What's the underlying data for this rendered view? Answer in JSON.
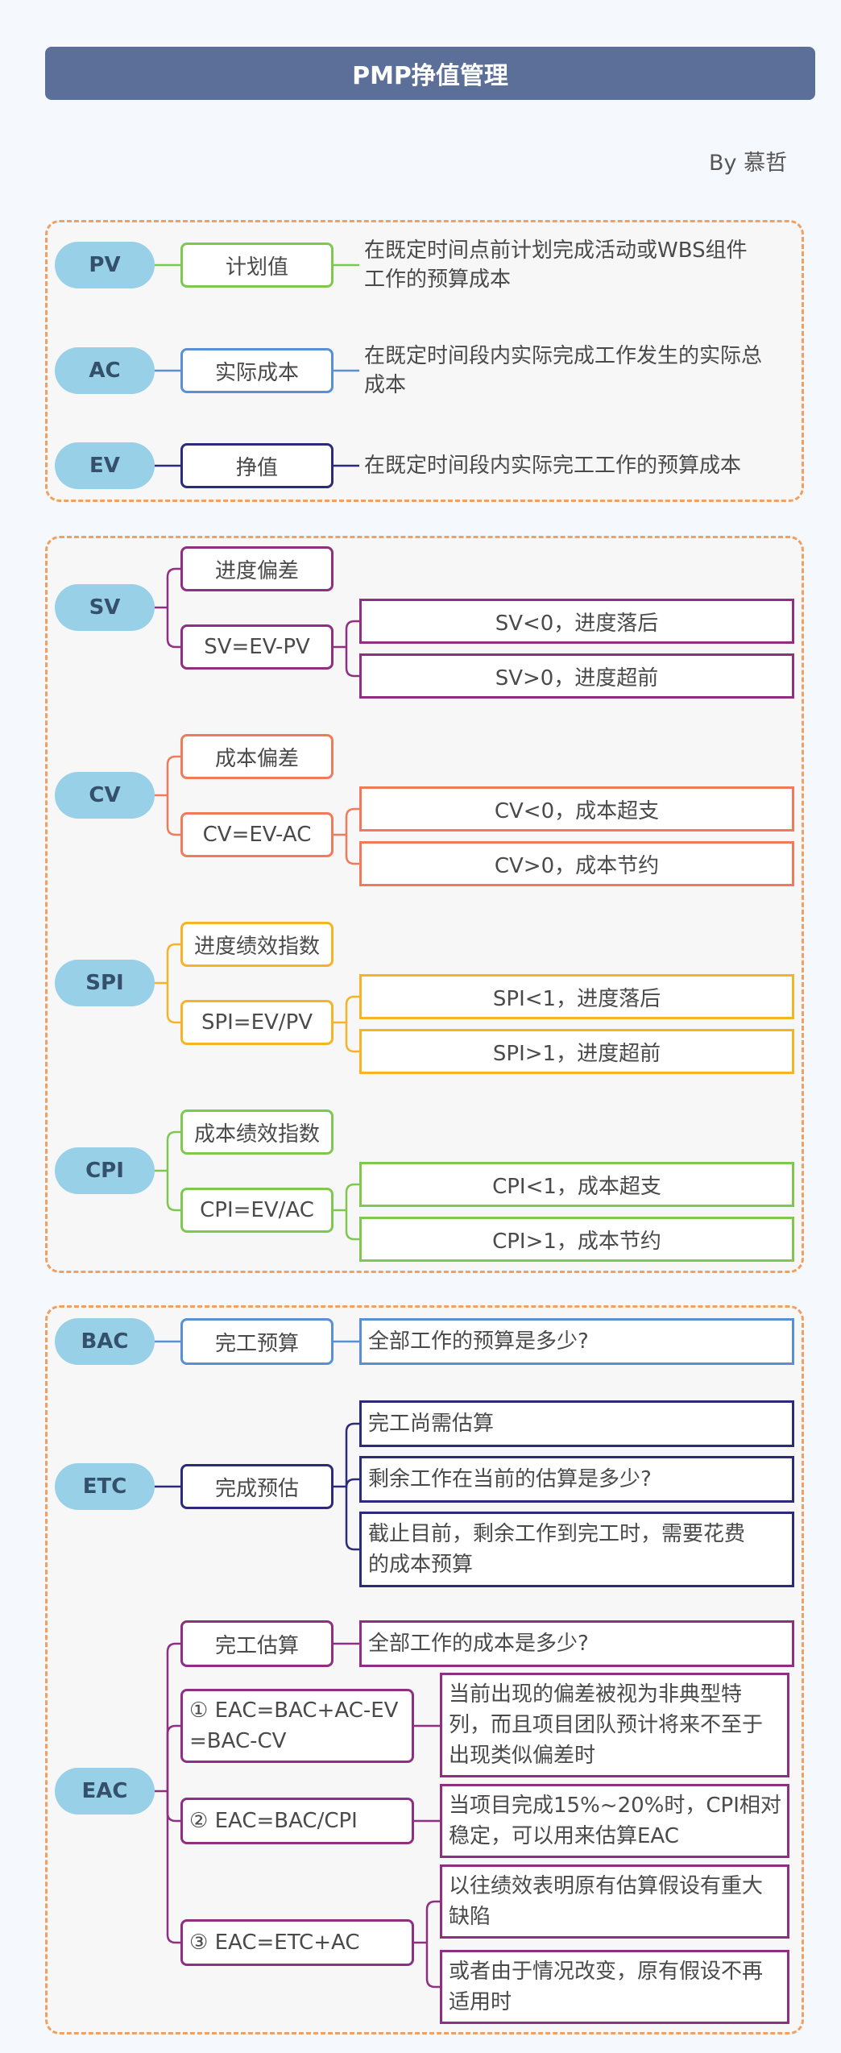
{
  "title": "PMP挣值管理",
  "author": "By 慕哲",
  "colors": {
    "green": "#7ec850",
    "blue": "#5a8fd6",
    "navy": "#2c2b7a",
    "purple": "#8e2f82",
    "orange": "#f07a5a",
    "yellow": "#f5b428",
    "root_bg": "#97d0e7",
    "dash": "#f0a060"
  },
  "basic": [
    {
      "root": "PV",
      "term": "计划值",
      "desc_lines": [
        "在既定时间点前计划完成活动或WBS组件",
        "工作的预算成本"
      ]
    },
    {
      "root": "AC",
      "term": "实际成本",
      "desc_lines": [
        "在既定时间段内实际完成工作发生的实际总",
        "成本"
      ]
    },
    {
      "root": "EV",
      "term": "挣值",
      "desc_lines": [
        "在既定时间段内实际完工工作的预算成本"
      ]
    }
  ],
  "indices": [
    {
      "root": "SV",
      "name": "进度偏差",
      "formula": "SV=EV-PV",
      "results": [
        "SV<0，进度落后",
        "SV>0，进度超前"
      ]
    },
    {
      "root": "CV",
      "name": "成本偏差",
      "formula": "CV=EV-AC",
      "results": [
        "CV<0，成本超支",
        "CV>0，成本节约"
      ]
    },
    {
      "root": "SPI",
      "name": "进度绩效指数",
      "formula": "SPI=EV/PV",
      "results": [
        "SPI<1，进度落后",
        "SPI>1，进度超前"
      ]
    },
    {
      "root": "CPI",
      "name": "成本绩效指数",
      "formula": "CPI=EV/AC",
      "results": [
        "CPI<1，成本超支",
        "CPI>1，成本节约"
      ]
    }
  ],
  "bac": {
    "root": "BAC",
    "term": "完工预算",
    "desc": "全部工作的预算是多少?"
  },
  "etc": {
    "root": "ETC",
    "term": "完成预估",
    "items": [
      {
        "lines": [
          "完工尚需估算"
        ]
      },
      {
        "lines": [
          "剩余工作在当前的估算是多少?"
        ]
      },
      {
        "lines": [
          "截止目前，剩余工作到完工时，需要花费",
          "的成本预算"
        ]
      }
    ]
  },
  "eac": {
    "root": "EAC",
    "term": "完工估算",
    "term_desc": "全部工作的成本是多少?",
    "formulas": [
      {
        "lines": [
          "① EAC=BAC+AC-EV",
          "=BAC-CV"
        ],
        "notes": [
          [
            "当前出现的偏差被视为非典型特",
            "列，而且项目团队预计将来不至于",
            "出现类似偏差时"
          ]
        ]
      },
      {
        "lines": [
          "② EAC=BAC/CPI"
        ],
        "notes": [
          [
            "当项目完成15%~20%时，CPI相对",
            "稳定，可以用来估算EAC"
          ]
        ]
      },
      {
        "lines": [
          "③ EAC=ETC+AC"
        ],
        "notes": [
          [
            "以往绩效表明原有估算假设有重大",
            "缺陷"
          ],
          [
            "或者由于情况改变，原有假设不再",
            "适用时"
          ]
        ]
      }
    ]
  }
}
